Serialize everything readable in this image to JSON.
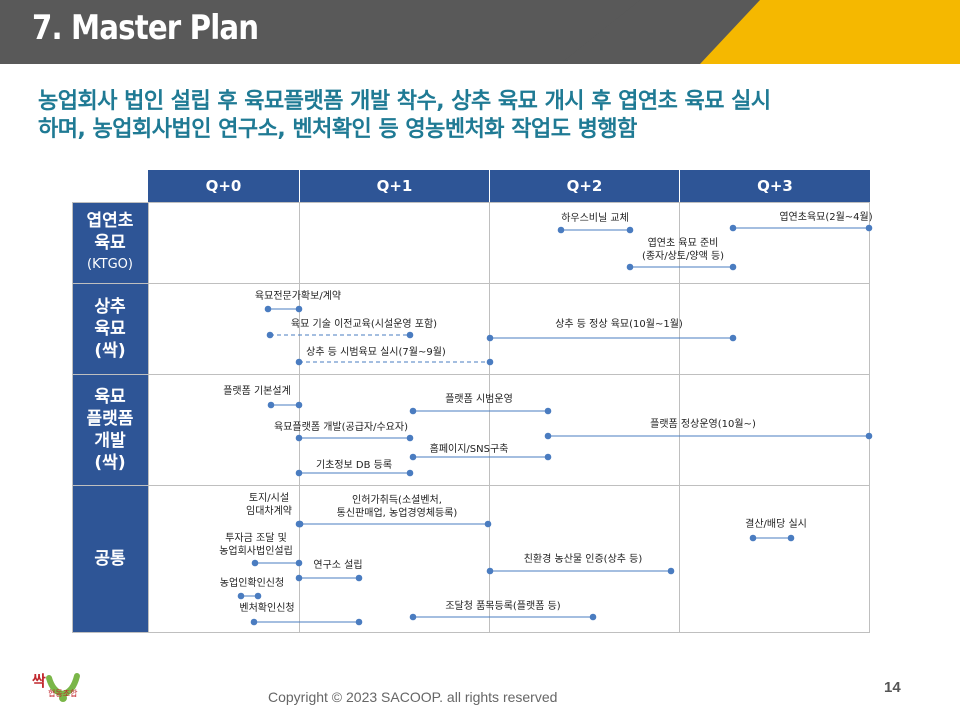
{
  "header": {
    "title": "7. Master Plan"
  },
  "subtitle": {
    "line1": "농업회사 법인 설립 후 육묘플랫폼 개발 착수, 상추 육묘 개시 후 엽연초 육묘 실시",
    "line2": "하며, 농업회사법인 연구소, 벤처확인 등 영농벤처화 작업도 병행함"
  },
  "quarters": [
    "Q+0",
    "Q+1",
    "Q+2",
    "Q+3"
  ],
  "rows": [
    {
      "label_lines": [
        "엽연초",
        "육묘"
      ],
      "sub": "(KTGO)"
    },
    {
      "label_lines": [
        "상추",
        "육묘",
        "(싹)"
      ],
      "sub": ""
    },
    {
      "label_lines": [
        "육묘",
        "플랫폼",
        "개발",
        "(싹)"
      ],
      "sub": ""
    },
    {
      "label_lines": [
        "공통"
      ],
      "sub": ""
    }
  ],
  "tasks": [
    {
      "label": "하우스비닐 교체",
      "style": "solid"
    },
    {
      "label": "엽연초육묘(2월~4월)",
      "style": "solid"
    },
    {
      "label": "엽연초 육묘 준비\n(종자/상토/양액 등)",
      "style": "solid"
    },
    {
      "label": "육묘전문가확보/계약",
      "style": "solid"
    },
    {
      "label": "육묘 기술 이전교육(시설운영 포함)",
      "style": "dashed"
    },
    {
      "label": "상추 등 정상 육묘(10월~1월)",
      "style": "solid"
    },
    {
      "label": "상추 등 시범육묘 실시(7월~9월)",
      "style": "dashed"
    },
    {
      "label": "플랫폼 기본설계",
      "style": "solid"
    },
    {
      "label": "플랫폼 시범운영",
      "style": "solid"
    },
    {
      "label": "육묘플랫폼 개발(공급자/수요자)",
      "style": "solid"
    },
    {
      "label": "플랫폼 정상운영(10월~)",
      "style": "solid"
    },
    {
      "label": "홈페이지/SNS구축",
      "style": "solid"
    },
    {
      "label": "기초정보 DB 등록",
      "style": "solid"
    },
    {
      "label": "토지/시설\n임대차계약",
      "style": "solid"
    },
    {
      "label": "인허가취득(소셜벤처,\n통신판매업, 농업경영체등록)",
      "style": "solid"
    },
    {
      "label": "결산/배당 실시",
      "style": "solid"
    },
    {
      "label": "투자금 조달 및\n농업회사법인설립",
      "style": "solid"
    },
    {
      "label": "연구소 설립",
      "style": "solid"
    },
    {
      "label": "친환경 농산물 인증(상추 등)",
      "style": "solid"
    },
    {
      "label": "농업인확인신청",
      "style": "solid"
    },
    {
      "label": "벤처확인신청",
      "style": "solid"
    },
    {
      "label": "조달청 품목등록(플랫폼 등)",
      "style": "solid"
    }
  ],
  "footer": {
    "copyright": "Copyright © 2023 SACOOP. all rights reserved",
    "page": "14"
  },
  "logo": {
    "text": "싹",
    "sub": "협동조합"
  },
  "colors": {
    "header_dark": "#595959",
    "header_accent": "#f5b800",
    "table_header": "#2e5596",
    "timeline": "#4a7cc0",
    "subtitle": "#1f7a94"
  }
}
